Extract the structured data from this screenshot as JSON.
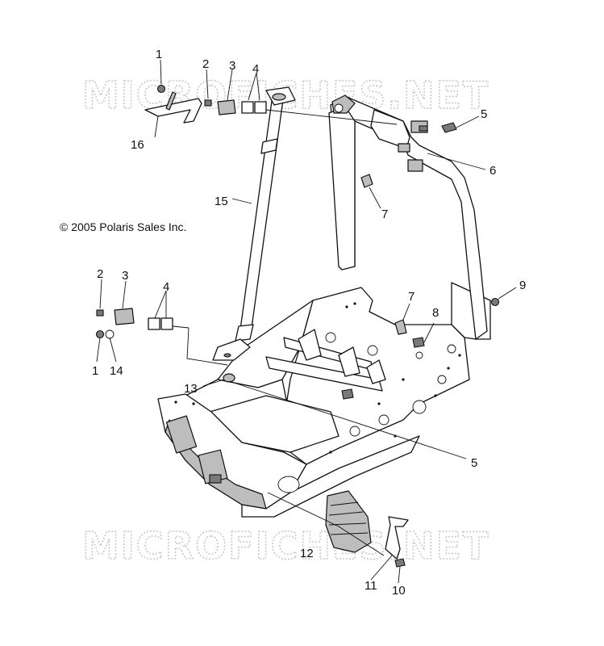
{
  "watermarks": [
    "MICROFICHES.NET",
    "MICROFICHES.NET"
  ],
  "copyright": "© 2005 Polaris Sales Inc.",
  "callouts": [
    "1",
    "2",
    "3",
    "4",
    "16",
    "5",
    "6",
    "7",
    "15",
    "2",
    "3",
    "4",
    "9",
    "7",
    "8",
    "1",
    "14",
    "13",
    "5",
    "12",
    "11",
    "10"
  ]
}
